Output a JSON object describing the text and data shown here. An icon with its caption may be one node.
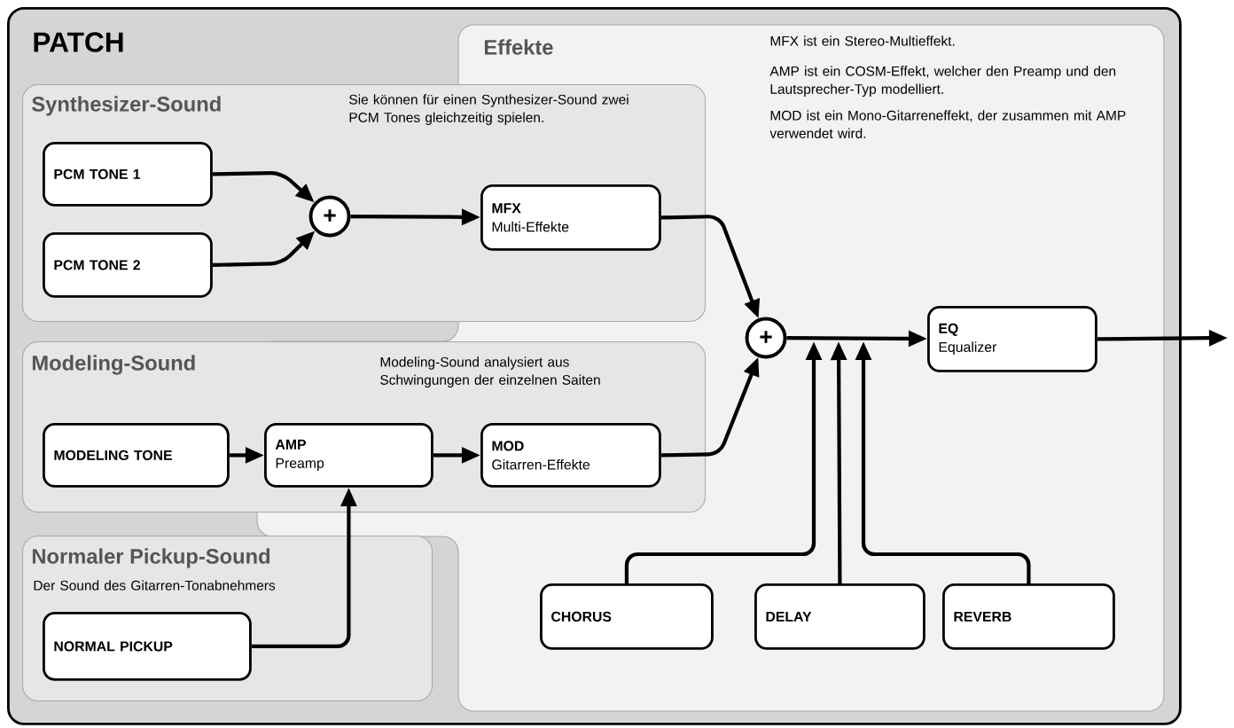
{
  "diagram": {
    "nodes": [
      {
        "text": [
          "PATCH"
        ]
      },
      {
        "text": [
          "Effekte",
          "MFX ist ein Stereo-Multieffekt.",
          "AMP ist ein COSM-Effekt, welcher den Preamp und den Lautsprecher-Typ modelliert.",
          "MOD ist ein Mono-Gitarreneffekt, der zusammen mit AMP verwendet wird."
        ],
        "in": 0
      },
      {
        "text": [
          "Synthesizer-Sound",
          "Sie können für einen Synthesizer-Sound zwei PCM Tones gleichzeitig spielen."
        ],
        "in": 0
      },
      {
        "text": [
          "PCM TONE 1"
        ],
        "in": 2
      },
      {
        "text": [
          "PCM TONE 2"
        ],
        "in": 2
      },
      {
        "text": [
          "+"
        ],
        "in": 2
      },
      {
        "text": [
          "MFX",
          "Multi-Effekte"
        ]
      },
      {
        "text": [
          "Modeling-Sound",
          "Modeling-Sound analysiert aus Schwingungen der einzelnen Saiten"
        ],
        "in": 0
      },
      {
        "text": [
          "MODELING TONE"
        ],
        "in": 7
      },
      {
        "text": [
          "AMP",
          "Preamp"
        ]
      },
      {
        "text": [
          "MOD",
          "Gitarren-Effekte"
        ]
      },
      {
        "text": [
          "Normaler Pickup-Sound",
          "Der Sound des Gitarren-Tonabnehmers"
        ],
        "in": 0
      },
      {
        "text": [
          "NORMAL PICKUP"
        ],
        "in": 11
      },
      {
        "text": [
          "+"
        ],
        "in": 1
      },
      {
        "text": [
          "EQ",
          "Equalizer"
        ],
        "in": 1
      },
      {
        "text": [
          "CHORUS"
        ],
        "in": 1
      },
      {
        "text": [
          "DELAY"
        ],
        "in": 1
      },
      {
        "text": [
          "REVERB"
        ],
        "in": 1
      }
    ],
    "edges": [
      {
        "from": 3,
        "to": 5,
        "arrow": "to"
      },
      {
        "from": 4,
        "to": 5,
        "arrow": "to"
      },
      {
        "from": 5,
        "to": 6,
        "arrow": "to"
      },
      {
        "from": 6,
        "to": 13,
        "arrow": "to"
      },
      {
        "from": 8,
        "to": 9,
        "arrow": "to"
      },
      {
        "from": 9,
        "to": 10,
        "arrow": "to"
      },
      {
        "from": 10,
        "to": 13,
        "arrow": "to"
      },
      {
        "from": 12,
        "to": 9,
        "arrow": "to"
      },
      {
        "from": 13,
        "to": 14,
        "arrow": "to"
      },
      {
        "from": 15,
        "to": null,
        "arrow": "to"
      },
      {
        "from": 16,
        "to": null,
        "arrow": "to"
      },
      {
        "from": 17,
        "to": null,
        "arrow": "to"
      },
      {
        "from": 14,
        "to": null,
        "arrow": "to"
      }
    ]
  }
}
